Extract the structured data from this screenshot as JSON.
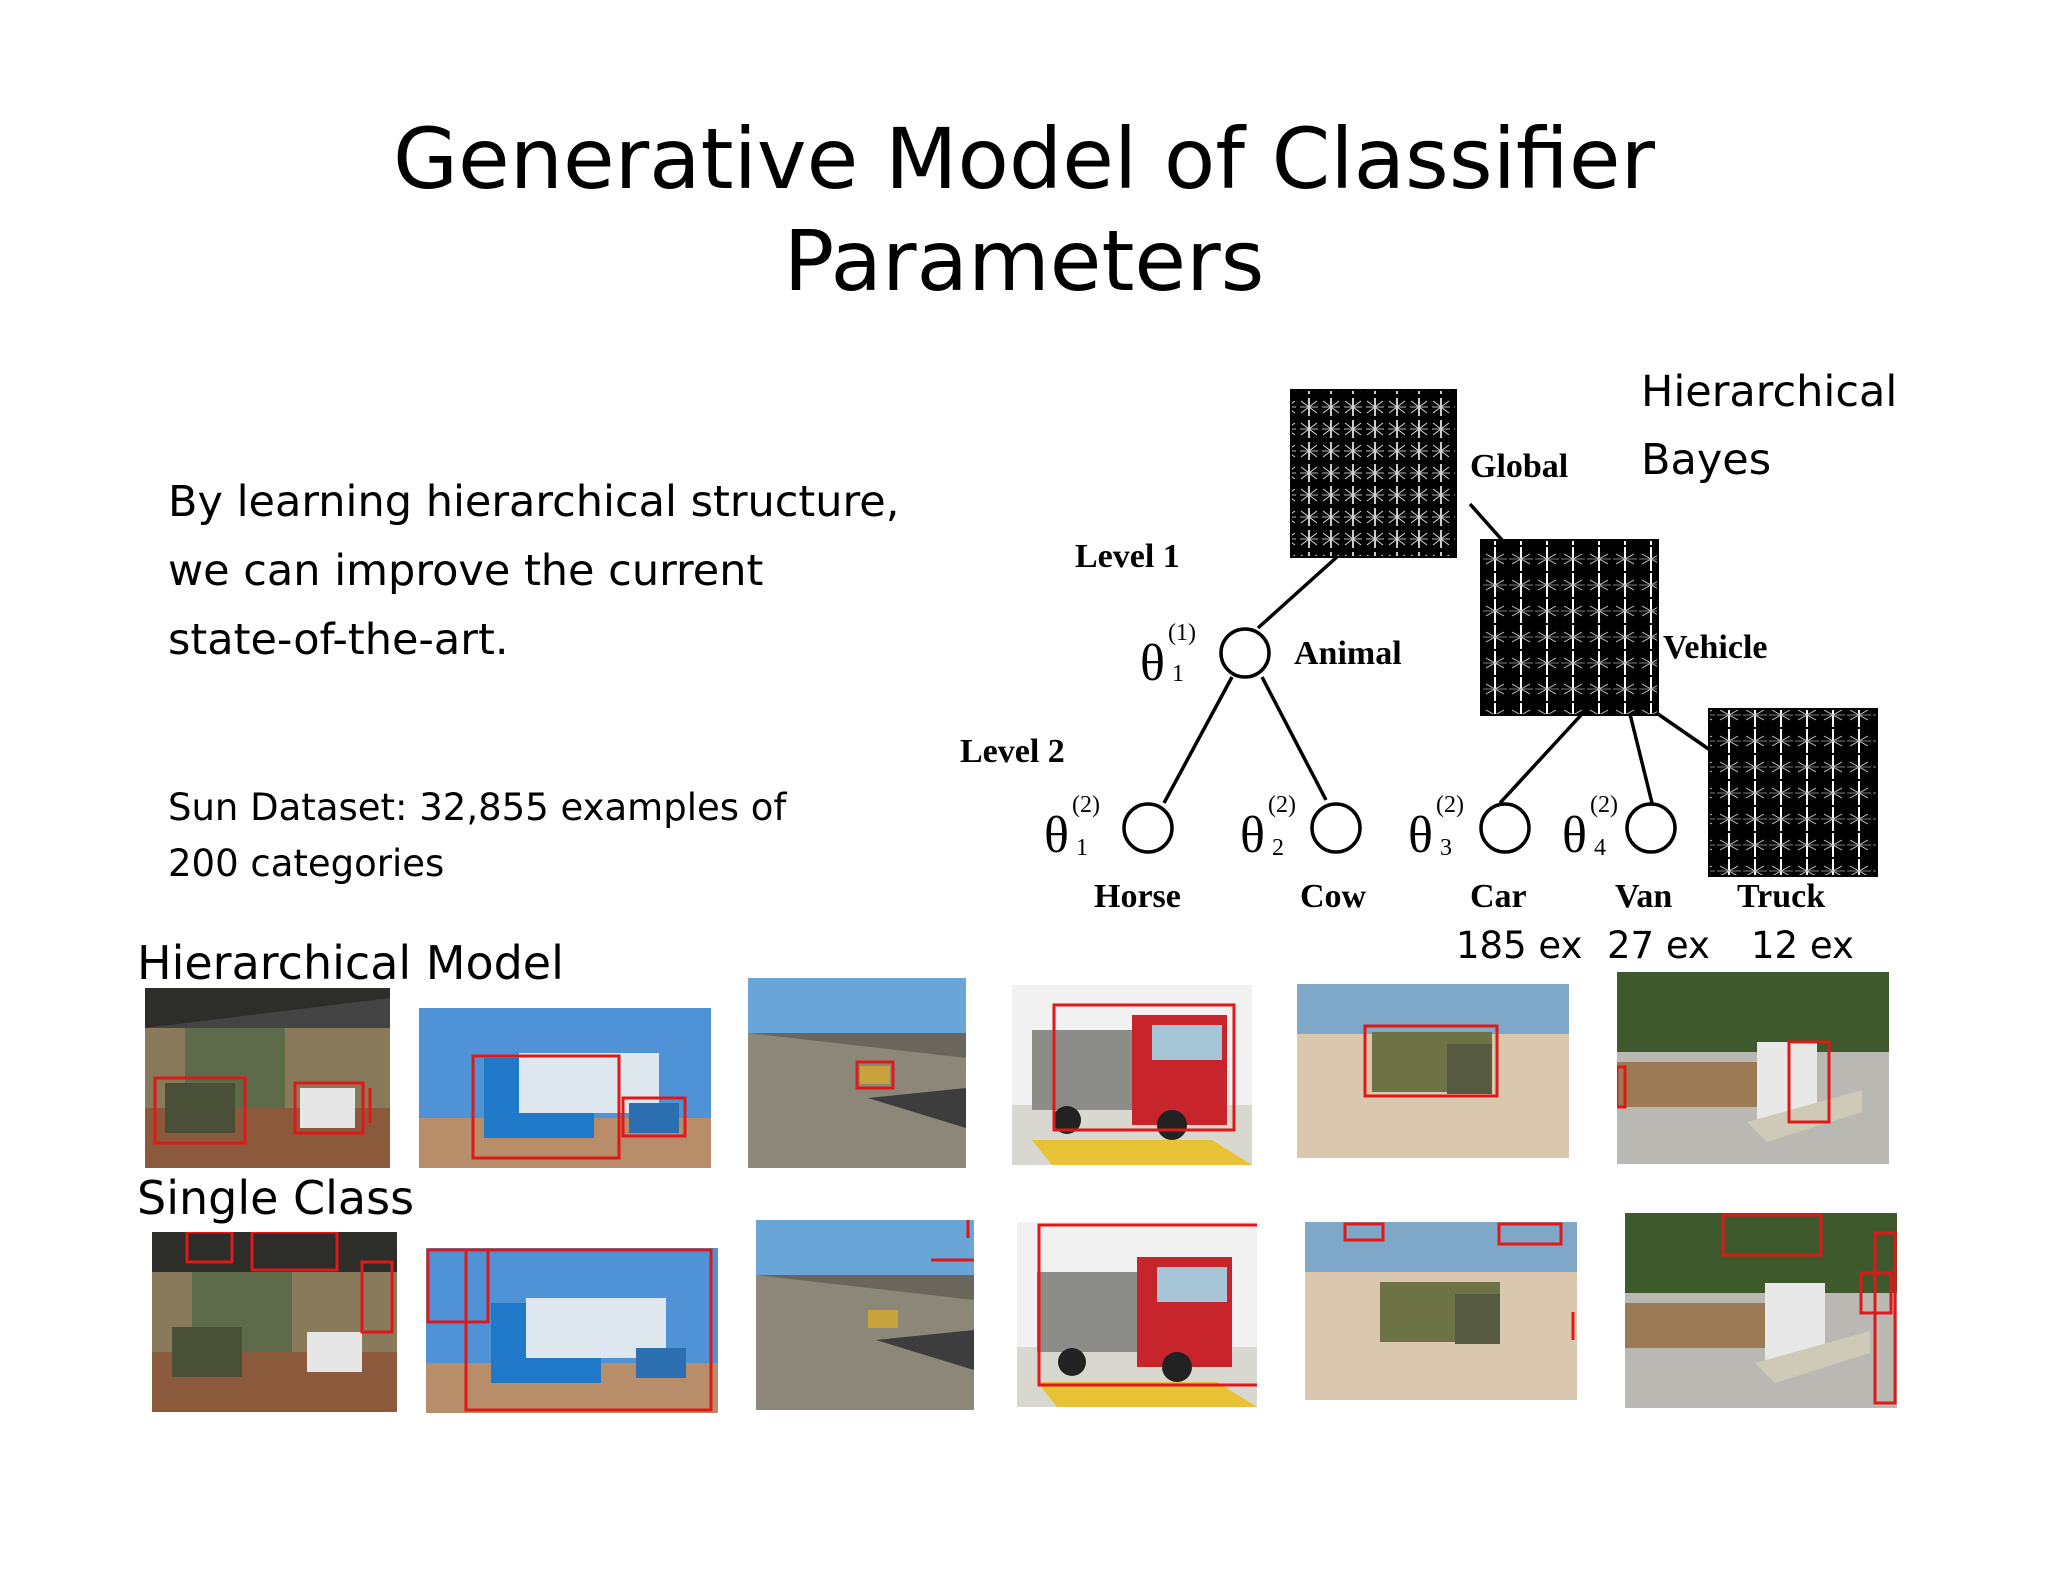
{
  "slide": {
    "title_line1": "Generative Model of Classifier",
    "title_line2": "Parameters",
    "intro_lines": [
      "By learning hierarchical structure,",
      "we can improve the current",
      "state-of-the-art."
    ],
    "dataset_lines": [
      "Sun Dataset: 32,855 examples of",
      "200 categories"
    ]
  },
  "diagram": {
    "hb_label_line1": "Hierarchical",
    "hb_label_line2": "Bayes",
    "global_label": "Global",
    "level1_label": "Level 1",
    "level2_label": "Level 2",
    "animal_label": "Animal",
    "vehicle_label": "Vehicle",
    "theta_symbol": "θ",
    "node_level1_sup": "(1)",
    "node_level2_sup": "(2)",
    "node_subs": [
      "1",
      "1",
      "2",
      "3",
      "4"
    ],
    "leaf_labels": [
      "Horse",
      "Cow",
      "Car",
      "Van",
      "Truck"
    ],
    "example_counts": [
      "185 ex",
      "27 ex",
      "12 ex"
    ]
  },
  "rows": {
    "hierarchical_label": "Hierarchical Model",
    "single_label": "Single Class"
  },
  "colors": {
    "detection_box": "#e01818",
    "sky": "#3b8fd1",
    "ground": "#c9a77e",
    "truck_red": "#c8242c",
    "truck_blue": "#1f78c8"
  }
}
